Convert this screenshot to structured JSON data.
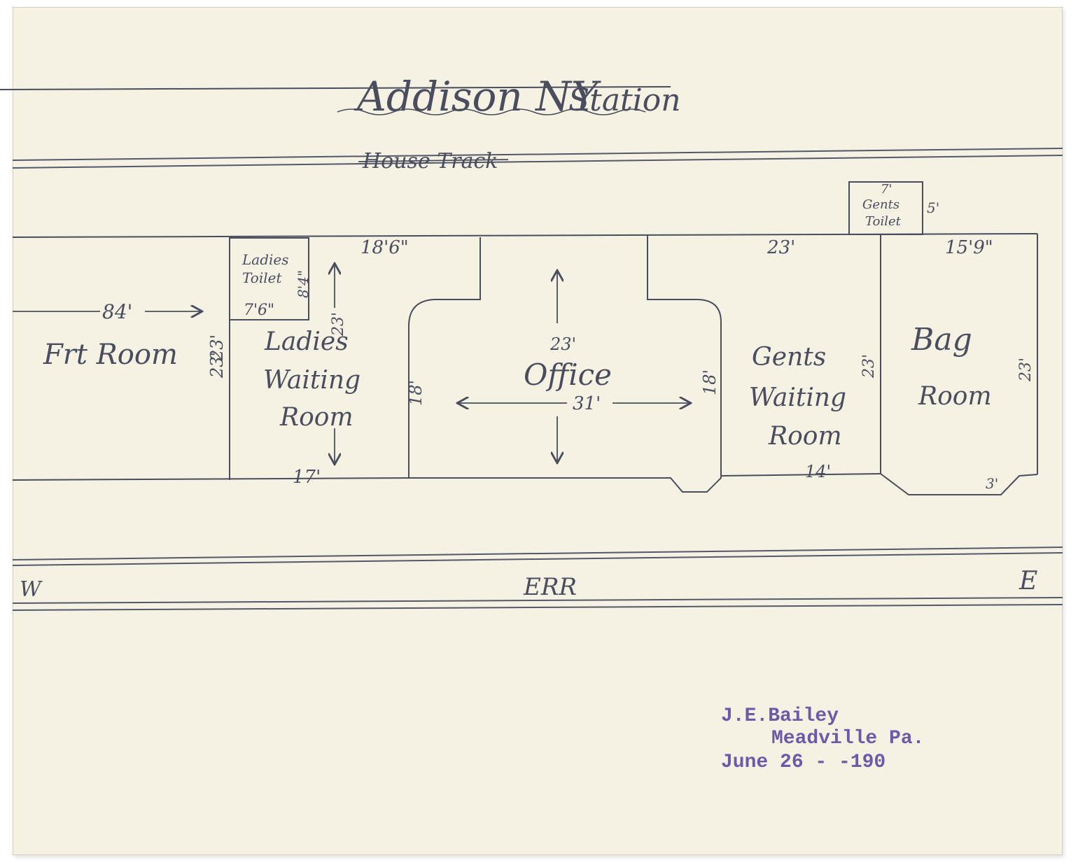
{
  "title": {
    "text": "Addison NY",
    "struck_text": "Station"
  },
  "track_label": "House Track",
  "rooms": [
    {
      "id": "frt",
      "label": [
        "Frt Room"
      ],
      "dims": [
        "84'"
      ]
    },
    {
      "id": "ladies-toilet",
      "label": [
        "Ladies",
        "Toilet"
      ],
      "dims": [
        "8'4\"",
        "7'6\""
      ]
    },
    {
      "id": "ladies-waiting",
      "label": [
        "Ladies",
        "Waiting",
        "Room"
      ],
      "dims": [
        "18'6\"",
        "23'",
        "23'",
        "17'"
      ]
    },
    {
      "id": "office",
      "label": [
        "Office"
      ],
      "dims": [
        "23'",
        "31'",
        "18'",
        "18'"
      ]
    },
    {
      "id": "gents-toilet",
      "label": [
        "Gents",
        "Toilet"
      ],
      "dims": [
        "7'",
        "5'"
      ]
    },
    {
      "id": "gents-waiting",
      "label": [
        "Gents",
        "Waiting",
        "Room"
      ],
      "dims": [
        "23'",
        "23'",
        "14'"
      ]
    },
    {
      "id": "bag",
      "label": [
        "Bag",
        "Room"
      ],
      "dims": [
        "15'9\"",
        "23'",
        "3'"
      ]
    }
  ],
  "railroad": {
    "label": "ERR",
    "west": "W",
    "east": "E"
  },
  "stamp": {
    "line1": "J.E.Bailey",
    "line2": "Meadville Pa.",
    "line3": "June 26 - -190"
  },
  "colors": {
    "paper": "#f5f2e4",
    "pencil": "#4a4d5e",
    "stamp_ink": "#6b5aa8"
  }
}
